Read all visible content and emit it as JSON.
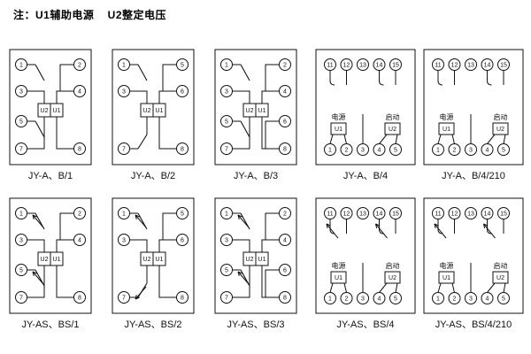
{
  "note": "注：U1辅助电源    U2整定电压",
  "labels": {
    "u1": "U1",
    "u2": "U2",
    "power": "电源",
    "start": "启动"
  },
  "diagrams": [
    {
      "caption": "JY-A、B/1",
      "variant": "side1",
      "arrows": false,
      "left": [
        "1",
        "3",
        "5",
        "7"
      ],
      "right": [
        "2",
        "4",
        "8"
      ]
    },
    {
      "caption": "JY-A、B/2",
      "variant": "side2",
      "arrows": false,
      "left": [
        "1",
        "3",
        "7"
      ],
      "right": [
        "5",
        "6",
        "8"
      ]
    },
    {
      "caption": "JY-A、B/3",
      "variant": "side3",
      "arrows": false,
      "left": [
        "1",
        "3",
        "5",
        "7"
      ],
      "right": [
        "2",
        "4",
        "6",
        "8"
      ]
    },
    {
      "caption": "JY-A、B/4",
      "variant": "row",
      "arrows": false,
      "top": [
        "11",
        "12",
        "13",
        "14",
        "15"
      ],
      "bottom": [
        "1",
        "2",
        "3",
        "4",
        "5"
      ]
    },
    {
      "caption": "JY-A、B/4/210",
      "variant": "row",
      "arrows": false,
      "top": [
        "11",
        "12",
        "13",
        "14",
        "15"
      ],
      "bottom": [
        "1",
        "2",
        "3",
        "4",
        "5"
      ]
    },
    {
      "caption": "JY-AS、BS/1",
      "variant": "side1",
      "arrows": true,
      "left": [
        "1",
        "3",
        "5",
        "7"
      ],
      "right": [
        "2",
        "4",
        "8"
      ]
    },
    {
      "caption": "JY-AS、BS/2",
      "variant": "side2",
      "arrows": true,
      "left": [
        "1",
        "3",
        "7"
      ],
      "right": [
        "5",
        "6",
        "8"
      ]
    },
    {
      "caption": "JY-AS、BS/3",
      "variant": "side3",
      "arrows": true,
      "left": [
        "1",
        "3",
        "5",
        "7"
      ],
      "right": [
        "2",
        "4",
        "6",
        "8"
      ]
    },
    {
      "caption": "JY-AS、BS/4",
      "variant": "row",
      "arrows": true,
      "top": [
        "11",
        "12",
        "13",
        "14",
        "15"
      ],
      "bottom": [
        "1",
        "2",
        "3",
        "4",
        "5"
      ]
    },
    {
      "caption": "JY-AS、BS/4/210",
      "variant": "row",
      "arrows": true,
      "top": [
        "11",
        "12",
        "13",
        "14",
        "15"
      ],
      "bottom": [
        "1",
        "2",
        "3",
        "4",
        "5"
      ]
    }
  ]
}
